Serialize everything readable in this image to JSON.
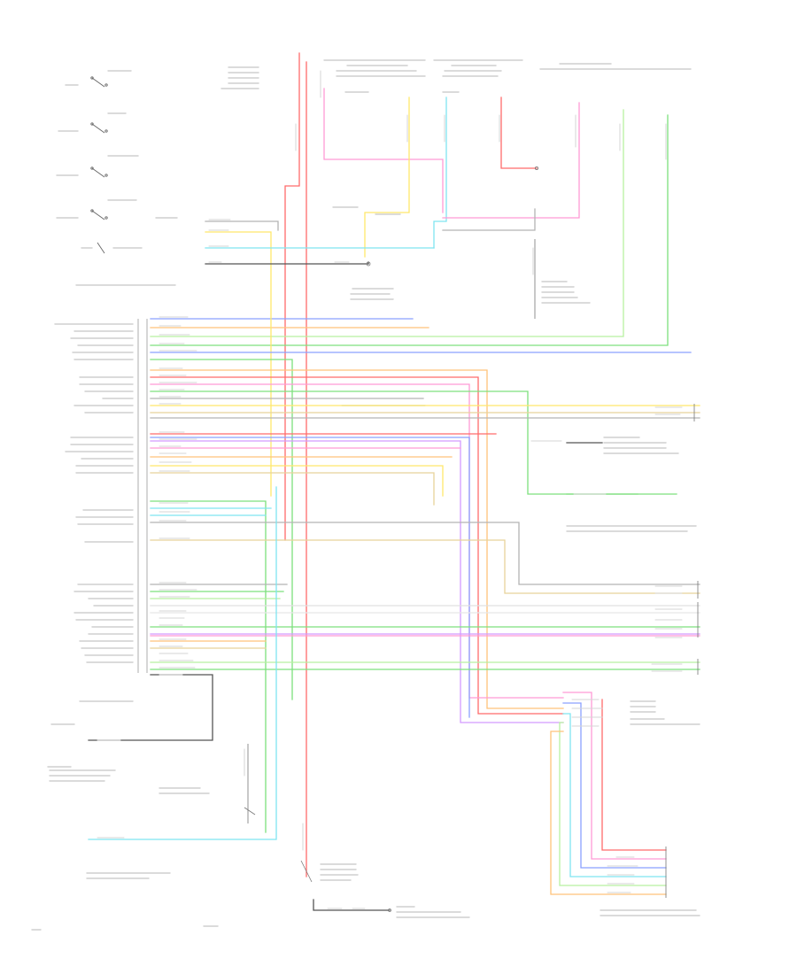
{
  "diagram": {
    "figure_id": "",
    "page_label": "",
    "cluster_title": "",
    "left_controls": [
      {
        "id": "sw1",
        "label": ""
      },
      {
        "id": "sw2",
        "label": ""
      },
      {
        "id": "sw3",
        "label": ""
      },
      {
        "id": "sw4",
        "label": ""
      }
    ],
    "cluster_pins": [
      {
        "id": "p01",
        "label": ""
      },
      {
        "id": "p02",
        "label": ""
      },
      {
        "id": "p03",
        "label": ""
      },
      {
        "id": "p04",
        "label": ""
      },
      {
        "id": "p05",
        "label": ""
      },
      {
        "id": "p06",
        "label": ""
      },
      {
        "id": "p07",
        "label": ""
      },
      {
        "id": "p08",
        "label": ""
      },
      {
        "id": "p09",
        "label": ""
      },
      {
        "id": "p10",
        "label": ""
      },
      {
        "id": "p11",
        "label": ""
      },
      {
        "id": "p12",
        "label": ""
      },
      {
        "id": "p13",
        "label": ""
      },
      {
        "id": "p14",
        "label": ""
      },
      {
        "id": "p15",
        "label": ""
      },
      {
        "id": "p16",
        "label": ""
      },
      {
        "id": "p17",
        "label": ""
      },
      {
        "id": "p18",
        "label": ""
      },
      {
        "id": "p19",
        "label": ""
      },
      {
        "id": "p20",
        "label": ""
      },
      {
        "id": "p21",
        "label": ""
      },
      {
        "id": "p22",
        "label": ""
      },
      {
        "id": "p23",
        "label": ""
      },
      {
        "id": "p24",
        "label": ""
      },
      {
        "id": "p25",
        "label": ""
      },
      {
        "id": "p26",
        "label": ""
      },
      {
        "id": "p27",
        "label": ""
      },
      {
        "id": "p28",
        "label": ""
      },
      {
        "id": "p29",
        "label": ""
      },
      {
        "id": "p30",
        "label": ""
      }
    ],
    "top_components": [
      {
        "id": "t1",
        "label": ""
      },
      {
        "id": "t2",
        "label": ""
      },
      {
        "id": "t3",
        "label": ""
      },
      {
        "id": "t4",
        "label": ""
      }
    ],
    "right_components": [
      {
        "id": "r1",
        "label": ""
      },
      {
        "id": "r2",
        "label": ""
      },
      {
        "id": "r3",
        "label": ""
      },
      {
        "id": "r4",
        "label": ""
      }
    ],
    "bottom_components": [
      {
        "id": "b1",
        "label": ""
      },
      {
        "id": "b2",
        "label": ""
      },
      {
        "id": "b3",
        "label": ""
      },
      {
        "id": "b4",
        "label": ""
      }
    ],
    "wire_colors": {
      "red": "#ff6b6b",
      "pink": "#ff9ad5",
      "yellow": "#ffe86b",
      "orange": "#ffc27a",
      "green": "#7de07d",
      "lightgreen": "#b8f0a0",
      "cyan": "#7fe5f0",
      "blue": "#8aa0ff",
      "violet": "#d49aff",
      "gray": "#b4b4b4",
      "black": "#555555",
      "tan": "#e8d29a"
    }
  }
}
